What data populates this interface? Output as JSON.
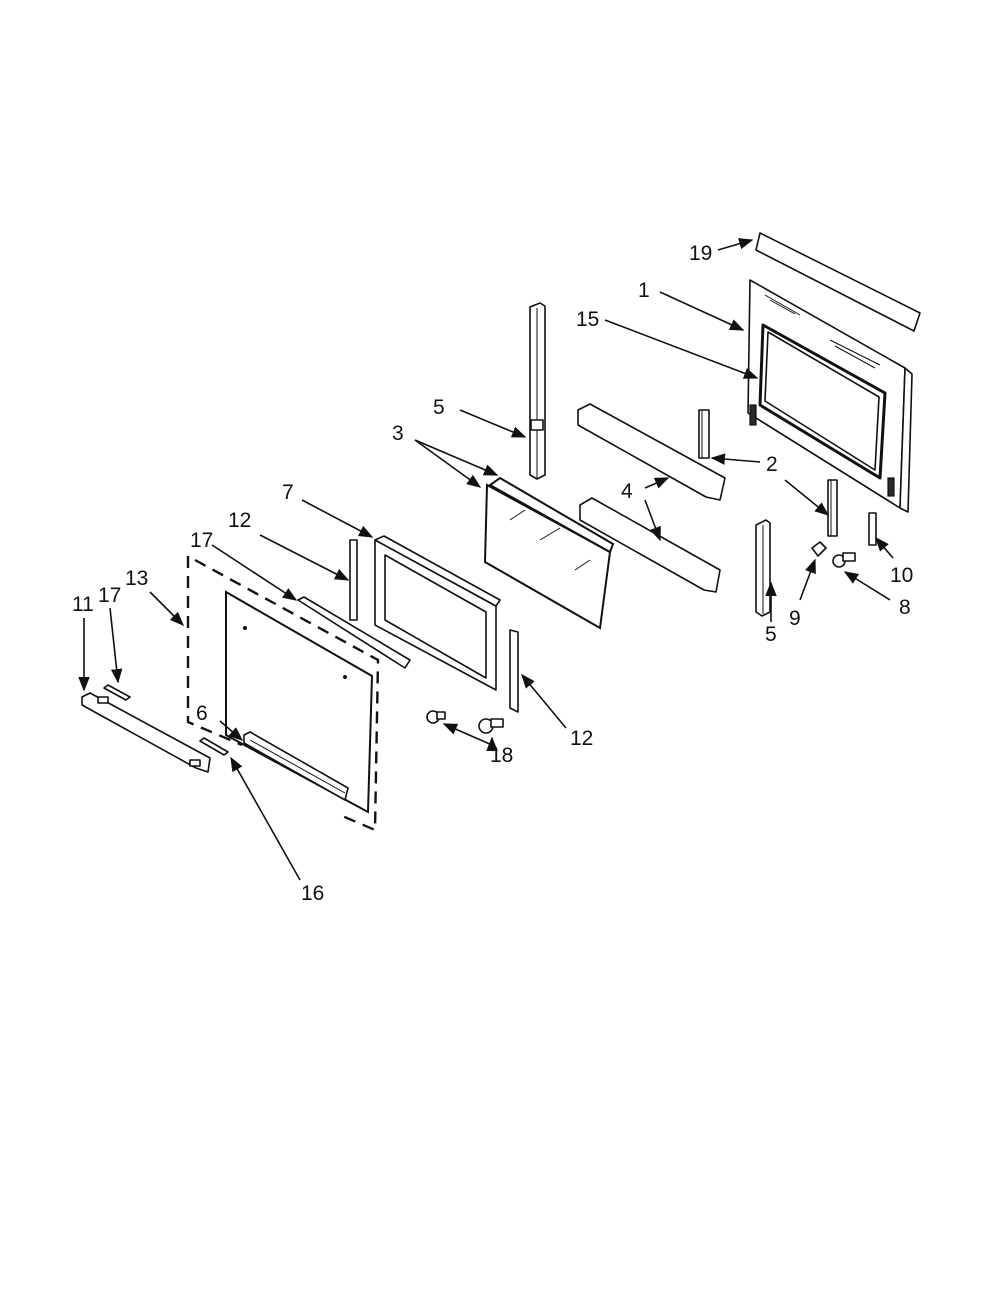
{
  "diagram": {
    "callouts": [
      {
        "id": "c19",
        "text": "19"
      },
      {
        "id": "c1",
        "text": "1"
      },
      {
        "id": "c15",
        "text": "15"
      },
      {
        "id": "c5a",
        "text": "5"
      },
      {
        "id": "c3",
        "text": "3"
      },
      {
        "id": "c2",
        "text": "2"
      },
      {
        "id": "c4",
        "text": "4"
      },
      {
        "id": "c7",
        "text": "7"
      },
      {
        "id": "c12a",
        "text": "12"
      },
      {
        "id": "c17a",
        "text": "17"
      },
      {
        "id": "c13",
        "text": "13"
      },
      {
        "id": "c11",
        "text": "11"
      },
      {
        "id": "c17b",
        "text": "17"
      },
      {
        "id": "c10",
        "text": "10"
      },
      {
        "id": "c9",
        "text": "9"
      },
      {
        "id": "c8",
        "text": "8"
      },
      {
        "id": "c5b",
        "text": "5"
      },
      {
        "id": "c12b",
        "text": "12"
      },
      {
        "id": "c18",
        "text": "18"
      },
      {
        "id": "c6",
        "text": "6"
      },
      {
        "id": "c16",
        "text": "16"
      }
    ]
  }
}
